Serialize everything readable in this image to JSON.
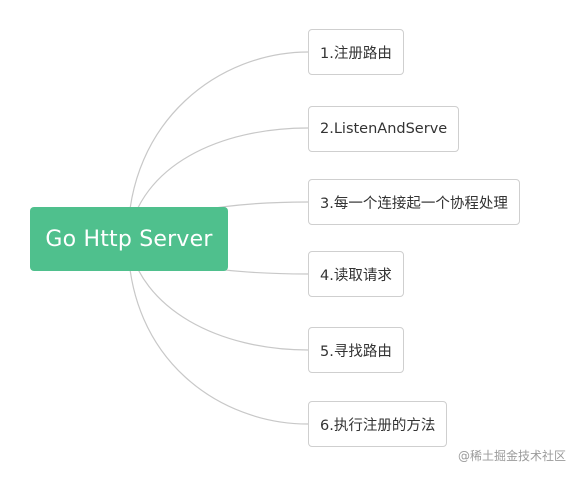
{
  "root": {
    "label": "Go Http Server",
    "color": "#4fc08d"
  },
  "nodes": [
    {
      "label": "1.注册路由"
    },
    {
      "label": "2.ListenAndServe"
    },
    {
      "label": "3.每一个连接起一个协程处理"
    },
    {
      "label": "4.读取请求"
    },
    {
      "label": "5.寻找路由"
    },
    {
      "label": "6.执行注册的方法"
    }
  ],
  "watermark": "@稀土掘金技术社区"
}
